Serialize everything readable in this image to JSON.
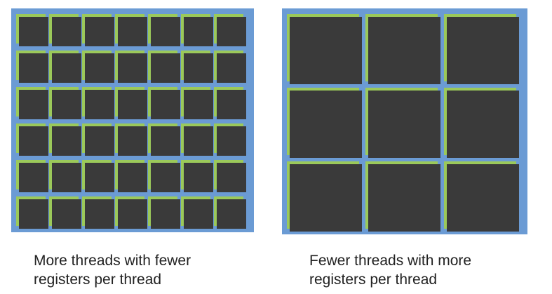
{
  "colors": {
    "frame": "#6b9bd4",
    "cell": "#9bc95a",
    "shadow": "#3a3a3a",
    "text": "#222222"
  },
  "left_panel": {
    "grid": {
      "columns": 7,
      "rows": 6
    },
    "caption_line1": "More threads with fewer",
    "caption_line2": "registers per thread"
  },
  "right_panel": {
    "grid": {
      "columns": 3,
      "rows": 3
    },
    "caption_line1": "Fewer threads with more",
    "caption_line2": "registers per thread"
  }
}
